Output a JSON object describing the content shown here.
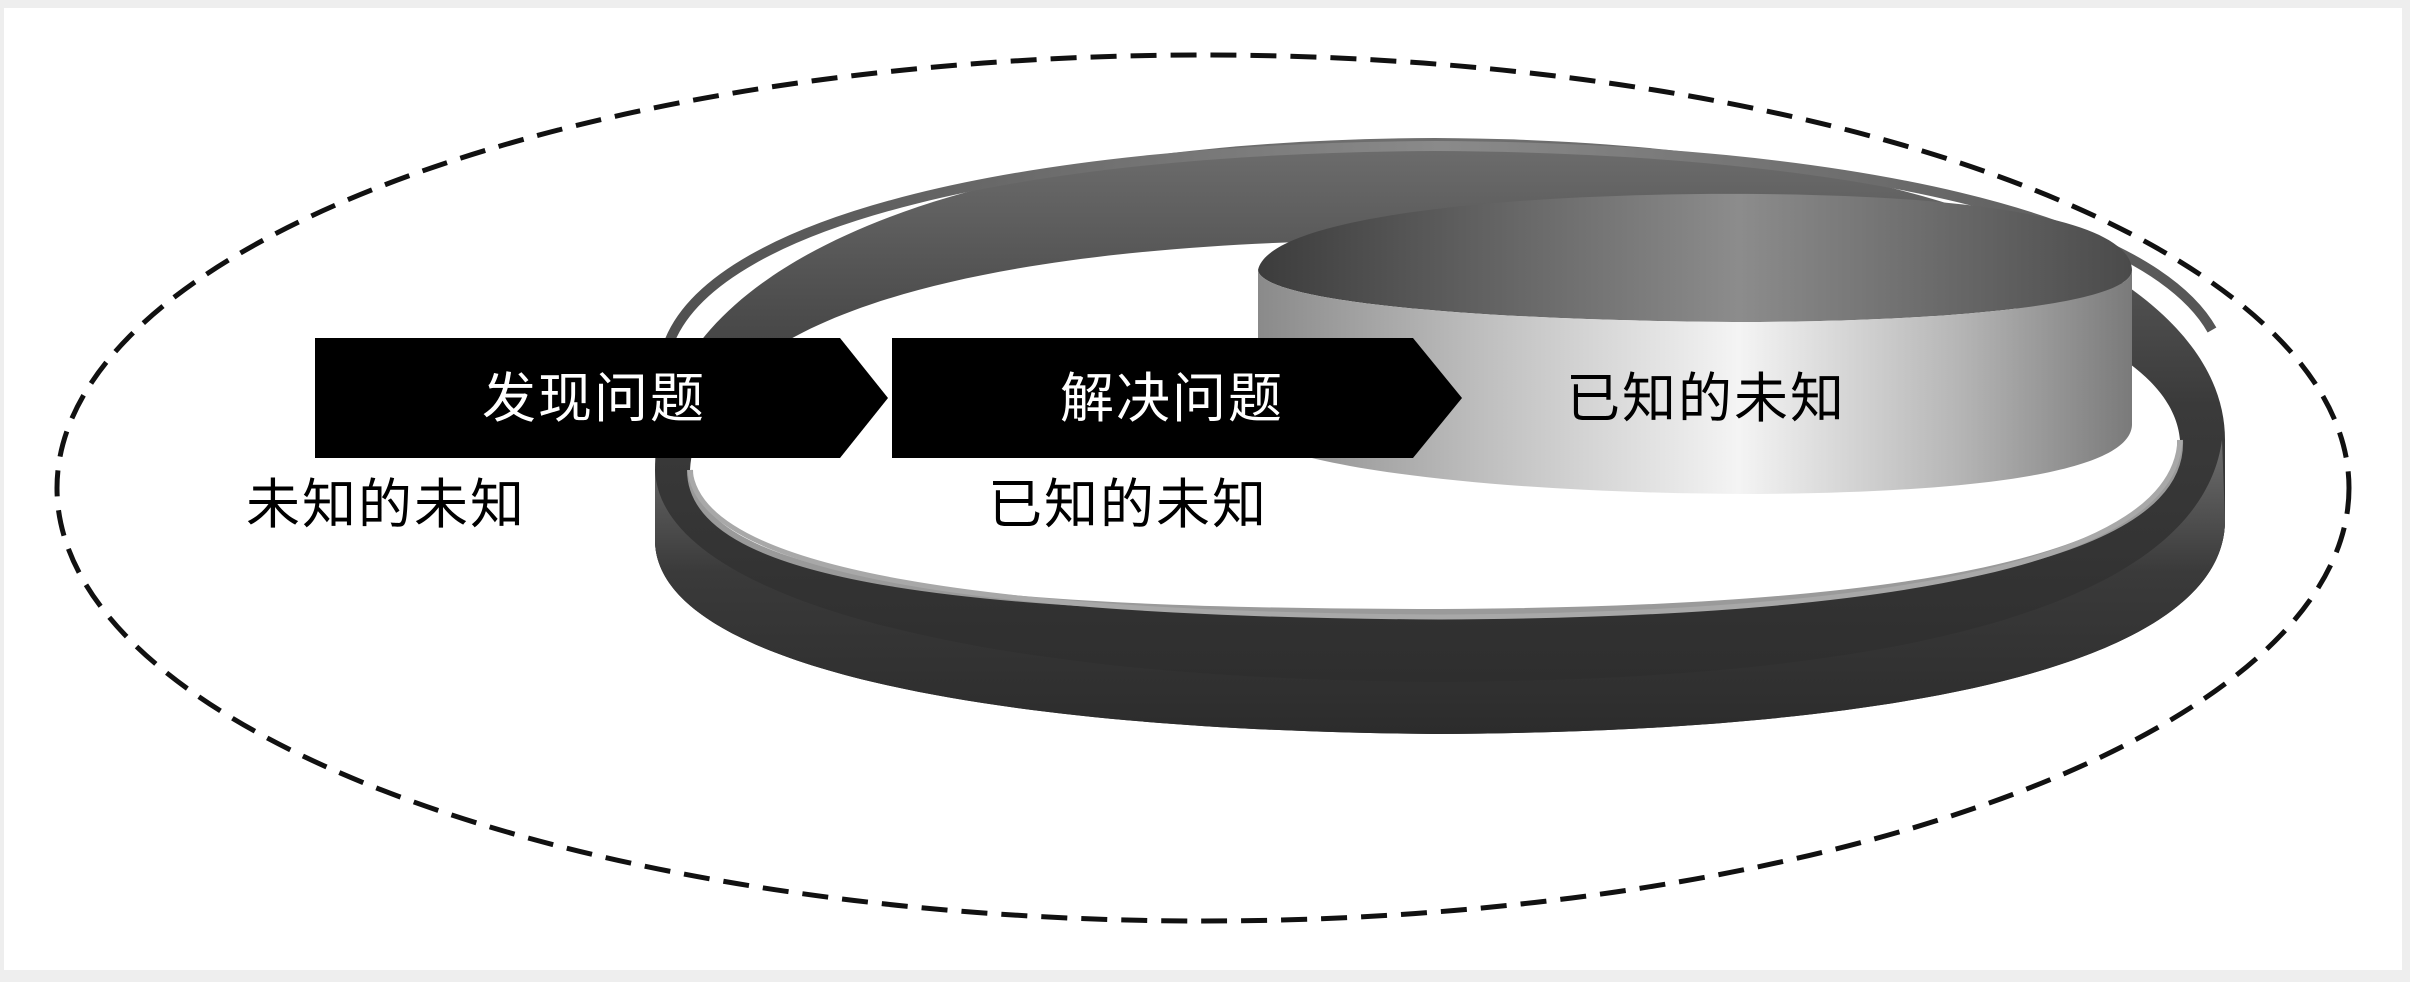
{
  "diagram": {
    "steps": [
      {
        "label": "发现问题"
      },
      {
        "label": "解决问题"
      }
    ],
    "regions": {
      "outer": "未知的未知",
      "middle": "已知的未知",
      "inner": "已知的未知"
    }
  }
}
